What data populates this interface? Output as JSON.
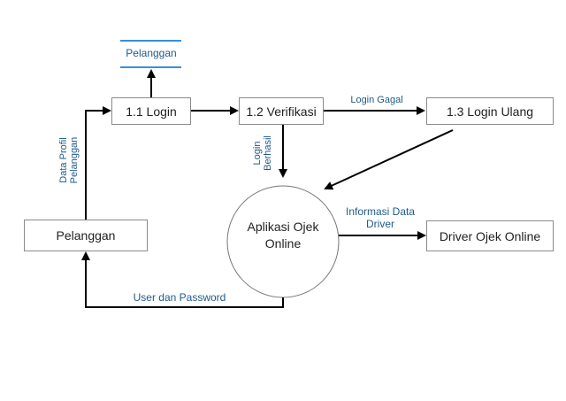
{
  "diagram": {
    "type": "data-flow-diagram",
    "colors": {
      "box_border": "#8a8a8a",
      "arrow": "#000000",
      "label_text": "#1f5a8a",
      "store_line": "#3a8fd6",
      "node_text": "#222222"
    },
    "data_store": {
      "label": "Pelanggan"
    },
    "processes": [
      {
        "id": "1.1",
        "label": "1.1 Login"
      },
      {
        "id": "1.2",
        "label": "1.2 Verifikasi"
      },
      {
        "id": "1.3",
        "label": "1.3 Login Ulang"
      }
    ],
    "central_process": {
      "line1": "Aplikasi Ojek",
      "line2": "Online"
    },
    "entities": [
      {
        "id": "pelanggan",
        "label": "Pelanggan"
      },
      {
        "id": "driver",
        "label": "Driver Ojek Online"
      }
    ],
    "flows": {
      "data_profil": {
        "line1": "Data Profil",
        "line2": "Pelanggan"
      },
      "login_gagal": {
        "label": "Login Gagal"
      },
      "login_berhasil": {
        "line1": "Login",
        "line2": "Berhasil"
      },
      "informasi_driver": {
        "line1": "Informasi Data",
        "line2": "Driver"
      },
      "user_password": {
        "label": "User dan Password"
      }
    }
  }
}
